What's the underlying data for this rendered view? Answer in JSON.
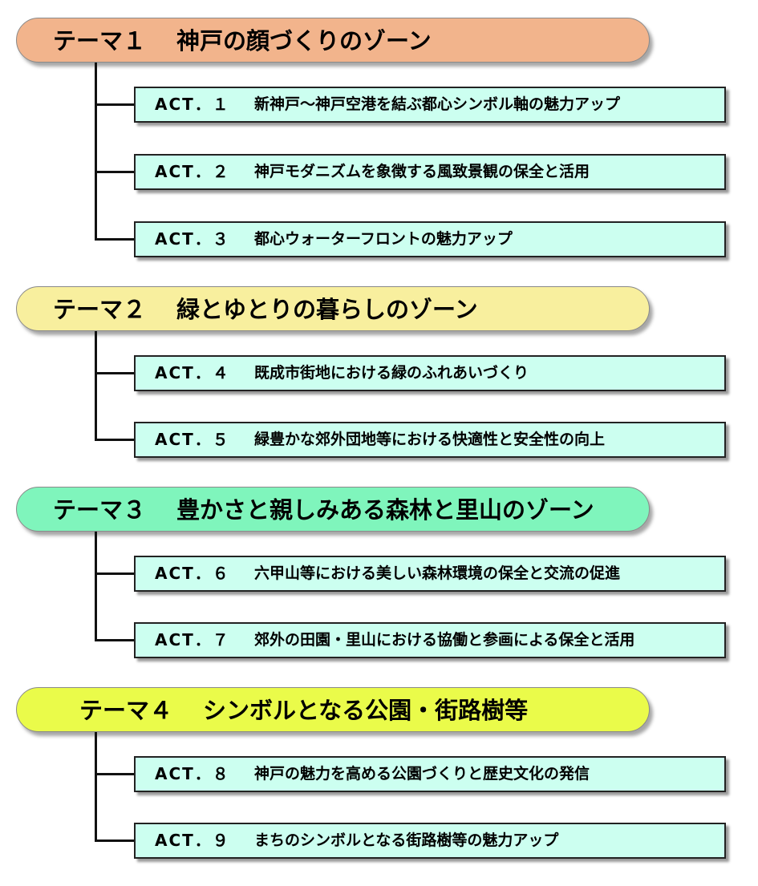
{
  "themes": [
    {
      "number": "テーマ１",
      "title": "神戸の顔づくりのゾーン",
      "color": "#f2b48c",
      "acts": [
        {
          "code": "ACT．１",
          "text": "新神戸～神戸空港を結ぶ都心シンボル軸の魅力アップ"
        },
        {
          "code": "ACT．２",
          "text": "神戸モダニズムを象徴する風致景観の保全と活用"
        },
        {
          "code": "ACT．３",
          "text": "都心ウォーターフロントの魅力アップ"
        }
      ]
    },
    {
      "number": "テーマ２",
      "title": "緑とゆとりの暮らしのゾーン",
      "color": "#f8ef9e",
      "acts": [
        {
          "code": "ACT．４",
          "text": "既成市街地における緑のふれあいづくり"
        },
        {
          "code": "ACT．５",
          "text": "緑豊かな郊外団地等における快適性と安全性の向上"
        }
      ]
    },
    {
      "number": "テーマ３",
      "title": "豊かさと親しみある森林と里山のゾーン",
      "color": "#7ff5bc",
      "acts": [
        {
          "code": "ACT．６",
          "text": "六甲山等における美しい森林環境の保全と交流の促進"
        },
        {
          "code": "ACT．７",
          "text": "郊外の田園・里山における協働と参画による保全と活用"
        }
      ]
    },
    {
      "number": "テーマ４",
      "title": "シンボルとなる公園・街路樹等",
      "color": "#eafb4a",
      "acts": [
        {
          "code": "ACT．８",
          "text": "神戸の魅力を高める公園づくりと歴史文化の発信"
        },
        {
          "code": "ACT．９",
          "text": "まちのシンボルとなる街路樹等の魅力アップ"
        }
      ]
    }
  ]
}
